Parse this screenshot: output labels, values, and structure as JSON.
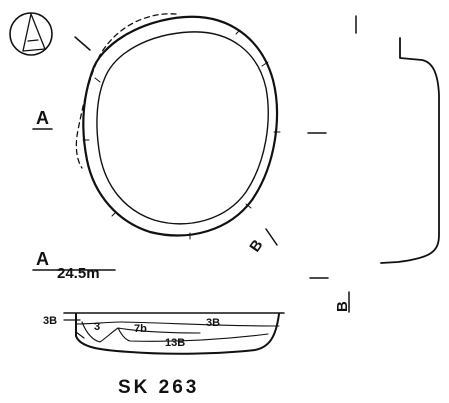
{
  "section_labels": {
    "a_top": "A",
    "a_bottom": "A",
    "b_diag": "B",
    "b_vert": "B"
  },
  "datum": "24.5m",
  "layers": {
    "l3b_left": "3B",
    "l3": "3",
    "l7b": "7b",
    "l3b_right": "3B",
    "l13b": "13B"
  },
  "title": "SK 263",
  "colors": {
    "ink": "#111111",
    "paper": "#ffffff"
  },
  "icons": {
    "north": "north-arrow-icon"
  }
}
